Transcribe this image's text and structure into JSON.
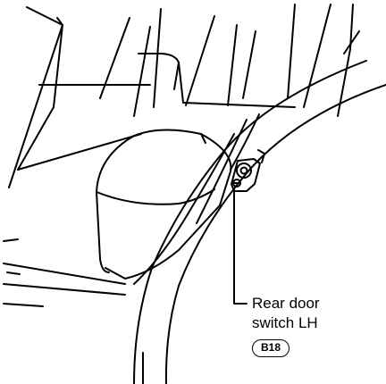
{
  "callout": {
    "line1": "Rear door",
    "line2": "switch LH"
  },
  "connector": {
    "code": "B18"
  },
  "colors": {
    "ink": "#000000",
    "paper": "#ffffff"
  }
}
